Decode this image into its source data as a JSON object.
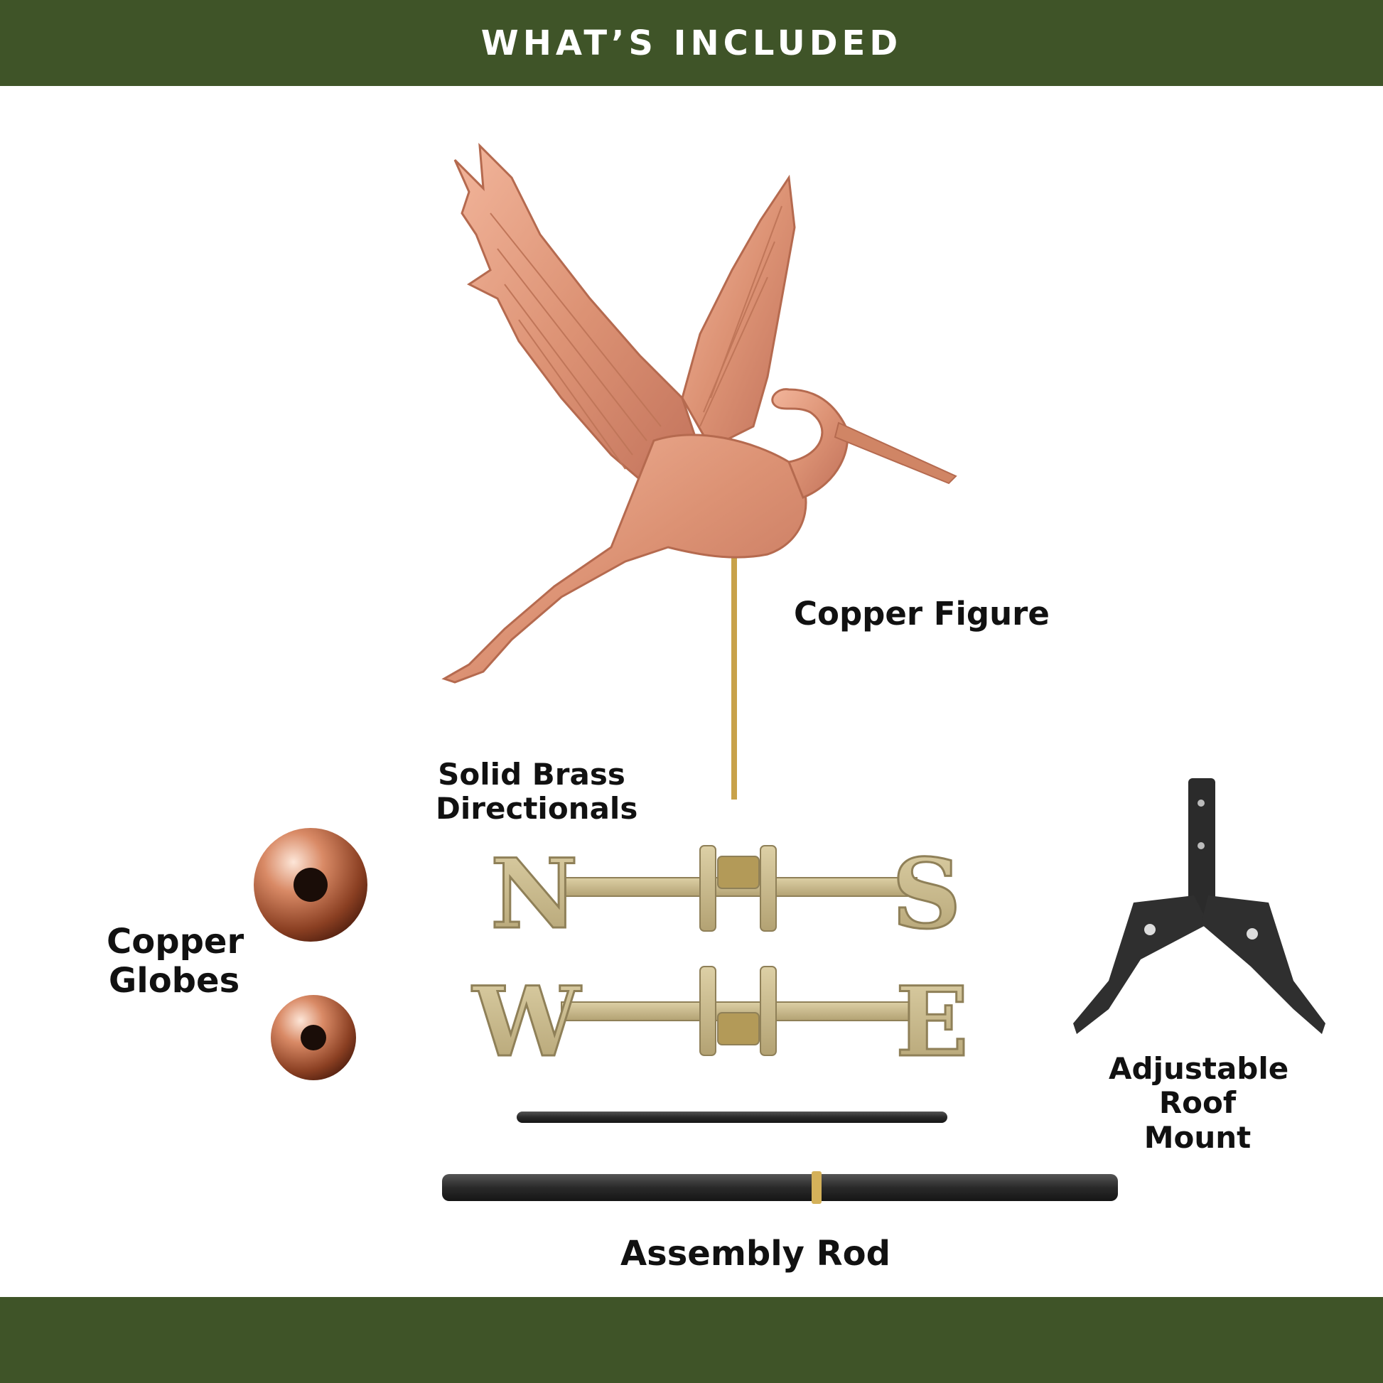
{
  "header": {
    "title": "WHAT’S INCLUDED"
  },
  "colors": {
    "band": "#3f5428",
    "copper": "#d99678",
    "brass": "#c9b98a",
    "black": "#2b2b2b"
  },
  "labels": {
    "copper_figure": "Copper Figure",
    "directionals": [
      "Solid Brass",
      "Directionals"
    ],
    "copper_globes": [
      "Copper",
      "Globes"
    ],
    "roof_mount": [
      "Adjustable",
      "Roof",
      "Mount"
    ],
    "assembly_rod": "Assembly Rod"
  },
  "directional_letters": {
    "north": "N",
    "south": "S",
    "west": "W",
    "east": "E"
  }
}
